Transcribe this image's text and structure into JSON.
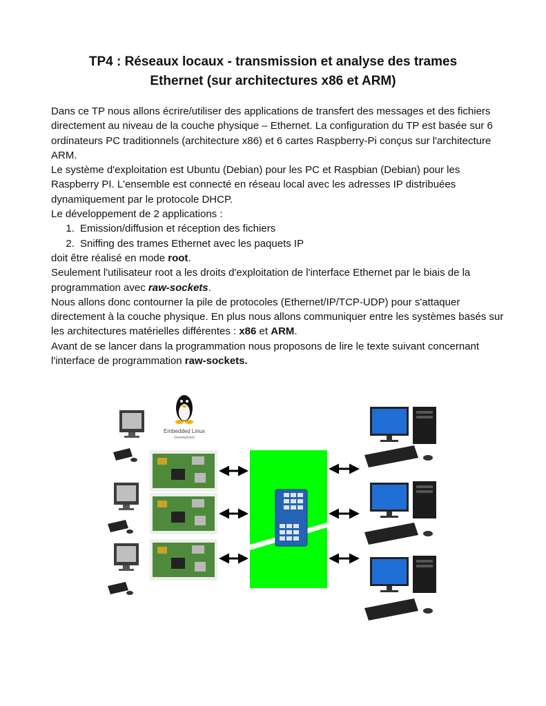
{
  "doc": {
    "title_line1": "TP4 : Réseaux locaux - transmission et analyse des trames",
    "title_line2": "Ethernet (sur architectures x86 et ARM)",
    "p1": "Dans ce TP nous allons écrire/utiliser des applications de transfert des messages et des fichiers directement au niveau de la couche physique – Ethernet. La configuration du TP est basée sur 6 ordinateurs PC traditionnels (architecture x86) et 6 cartes Raspberry-Pi conçus sur l'architecture ARM.",
    "p2": "Le système d'exploitation est Ubuntu (Debian) pour les PC et Raspbian (Debian) pour les Raspberry PI. L'ensemble est connecté en réseau local avec les adresses IP distribuées dynamiquement par le protocole DHCP.",
    "p3": "Le développement de 2 applications :",
    "list": [
      "Emission/diffusion et réception des fichiers",
      "Sniffing des trames Ethernet avec les paquets IP"
    ],
    "p4_a": "doit être réalisé en mode ",
    "p4_b": "root",
    "p4_c": ".",
    "p5_a": "Seulement l'utilisateur root a les droits d'exploitation de l'interface Ethernet par le biais de la programmation avec ",
    "p5_b": "raw-sockets",
    "p5_c": ".",
    "p6_a": "Nous allons donc contourner la pile de protocoles (Ethernet/IP/TCP-UDP) pour s'attaquer directement à la couche physique. En plus nous allons communiquer entre les systèmes basés sur les architectures matérielles différentes : ",
    "p6_b": "x86",
    "p6_c": " et ",
    "p6_d": "ARM",
    "p6_e": ".",
    "p7_a": "Avant de se lancer dans la programmation nous proposons de lire le texte suivant concernant l'interface de programmation ",
    "p7_b": "raw-sockets."
  },
  "figure": {
    "logo_line1": "Embedded Linux",
    "logo_line2": "Development",
    "switch_color": "#00ff00",
    "board_color": "#4f8a3c",
    "screen_color": "#1f6fd6"
  }
}
